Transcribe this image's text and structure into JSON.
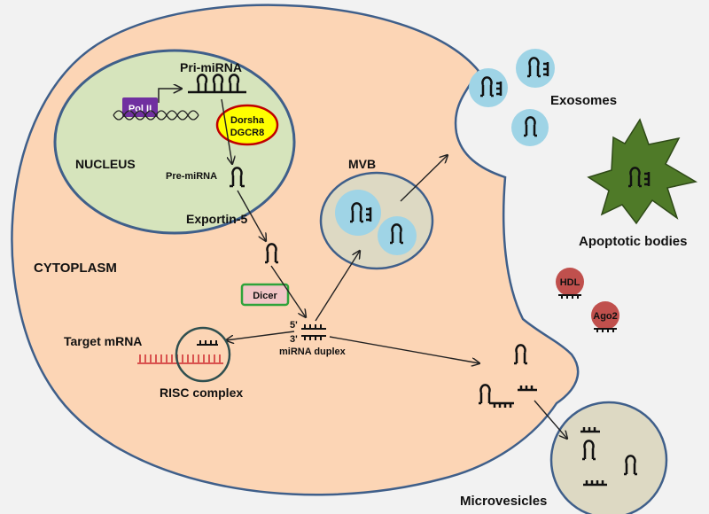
{
  "labels": {
    "pri_mirna": "Pri-miRNA",
    "pol2": "Pol II",
    "drosha": "Dorsha",
    "dgcr8": "DGCR8",
    "nucleus": "NUCLEUS",
    "pre_mirna": "Pre-miRNA",
    "exportin": "Exportin-5",
    "cytoplasm": "CYTOPLASM",
    "dicer": "Dicer",
    "mvb": "MVB",
    "target_mrna": "Target mRNA",
    "risc": "RISC complex",
    "duplex": "miRNA duplex",
    "five_prime": "5'",
    "three_prime": "3'",
    "exosomes": "Exosomes",
    "apoptotic": "Apoptotic bodies",
    "hdl": "HDL",
    "ago2": "Ago2",
    "microvesicles": "Microvesicles"
  },
  "colors": {
    "background": "#f2f2f2",
    "cytoplasm_fill": "#fcd5b5",
    "membrane_stroke": "#3f5f8a",
    "nucleus_fill": "#d6e4bc",
    "vesicle_fill": "#ddd9c3",
    "exosome_fill": "#9fd4e6",
    "pol2_fill": "#7030a0",
    "drosha_fill": "#ffff00",
    "drosha_stroke": "#c00000",
    "dicer_fill": "#f2c6c6",
    "dicer_stroke": "#2ea33a",
    "apoptotic_fill": "#4f7a28",
    "protein_fill": "#c0504d",
    "mrna_color": "#d9534f"
  }
}
